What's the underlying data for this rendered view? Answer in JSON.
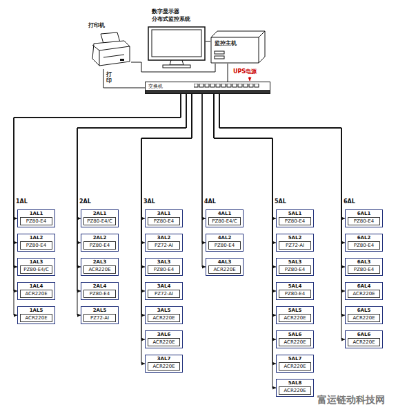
{
  "diagram": {
    "nodes": [
      {
        "text": [
          "打印机"
        ]
      },
      {
        "text": [
          "数字显示器",
          "分布式监控系统"
        ]
      },
      {
        "text": [
          "监控主机"
        ]
      },
      {
        "text": [
          "交换机"
        ]
      },
      {
        "text": [
          "1AL1",
          "PZ80-E4"
        ]
      },
      {
        "text": [
          "1AL2",
          "PZ80-E4"
        ]
      },
      {
        "text": [
          "1AL3",
          "PZ80-E4/C"
        ]
      },
      {
        "text": [
          "1AL4",
          "ACR220E"
        ]
      },
      {
        "text": [
          "1AL5",
          "ACR220E"
        ]
      },
      {
        "text": [
          "2AL1",
          "PZ80-E4/C"
        ]
      },
      {
        "text": [
          "2AL2",
          "PZ80-E4"
        ]
      },
      {
        "text": [
          "2AL3",
          "ACR220E"
        ]
      },
      {
        "text": [
          "2AL4",
          "PZ80-E4"
        ]
      },
      {
        "text": [
          "2AL5",
          "PZ72-AI"
        ]
      },
      {
        "text": [
          "3AL1",
          "PZ80-E4"
        ]
      },
      {
        "text": [
          "3AL2",
          "PZ72-AI"
        ]
      },
      {
        "text": [
          "3AL3",
          "PZ80-E4"
        ]
      },
      {
        "text": [
          "3AL4",
          "PZ72-AI"
        ]
      },
      {
        "text": [
          "3AL5",
          "ACR220E"
        ]
      },
      {
        "text": [
          "3AL6",
          "ACR220E"
        ]
      },
      {
        "text": [
          "3AL7",
          "ACR220E"
        ]
      },
      {
        "text": [
          "4AL1",
          "PZ80-E4/C"
        ]
      },
      {
        "text": [
          "4AL2",
          "PZ80-E4"
        ]
      },
      {
        "text": [
          "4AL3",
          "ACR220E"
        ]
      },
      {
        "text": [
          "5AL1",
          "PZ80-E4"
        ]
      },
      {
        "text": [
          "5AL2",
          "PZ72-AI"
        ]
      },
      {
        "text": [
          "5AL3",
          "PZ80-E4"
        ]
      },
      {
        "text": [
          "5AL4",
          "PZ80-E4"
        ]
      },
      {
        "text": [
          "5AL5",
          "ACR220E"
        ]
      },
      {
        "text": [
          "5AL6",
          "ACR220E"
        ]
      },
      {
        "text": [
          "5AL7",
          "ACR220E"
        ]
      },
      {
        "text": [
          "5AL8",
          "ACR220E"
        ]
      },
      {
        "text": [
          "6AL1",
          "PZ80-E4"
        ]
      },
      {
        "text": [
          "6AL2",
          "PZ80-E4"
        ]
      },
      {
        "text": [
          "6AL3",
          "PZ80-E4"
        ]
      },
      {
        "text": [
          "6AL4",
          "ACR220E"
        ]
      },
      {
        "text": [
          "6AL5",
          "ACR220E"
        ]
      },
      {
        "text": [
          "6AL6",
          "ACR220E"
        ]
      }
    ],
    "edges": [
      {
        "from": 0,
        "to": 2,
        "arrow": "none"
      },
      {
        "from": 1,
        "to": 2,
        "arrow": "none"
      },
      {
        "from": 2,
        "to": 3,
        "arrow": "none"
      },
      {
        "from": 0,
        "to": 3,
        "arrow": "none"
      },
      {
        "from": 3,
        "to": 4,
        "arrow": "to"
      },
      {
        "from": 3,
        "to": 5,
        "arrow": "to"
      },
      {
        "from": 3,
        "to": 6,
        "arrow": "to"
      },
      {
        "from": 3,
        "to": 7,
        "arrow": "to"
      },
      {
        "from": 3,
        "to": 8,
        "arrow": "to"
      },
      {
        "from": 3,
        "to": 9,
        "arrow": "to"
      },
      {
        "from": 3,
        "to": 10,
        "arrow": "to"
      },
      {
        "from": 3,
        "to": 11,
        "arrow": "to"
      },
      {
        "from": 3,
        "to": 12,
        "arrow": "to"
      },
      {
        "from": 3,
        "to": 13,
        "arrow": "to"
      },
      {
        "from": 3,
        "to": 14,
        "arrow": "to"
      },
      {
        "from": 3,
        "to": 15,
        "arrow": "to"
      },
      {
        "from": 3,
        "to": 16,
        "arrow": "to"
      },
      {
        "from": 3,
        "to": 17,
        "arrow": "to"
      },
      {
        "from": 3,
        "to": 18,
        "arrow": "to"
      },
      {
        "from": 3,
        "to": 19,
        "arrow": "to"
      },
      {
        "from": 3,
        "to": 20,
        "arrow": "to"
      },
      {
        "from": 3,
        "to": 21,
        "arrow": "to"
      },
      {
        "from": 3,
        "to": 22,
        "arrow": "to"
      },
      {
        "from": 3,
        "to": 23,
        "arrow": "to"
      },
      {
        "from": 3,
        "to": 24,
        "arrow": "to"
      },
      {
        "from": 3,
        "to": 25,
        "arrow": "to"
      },
      {
        "from": 3,
        "to": 26,
        "arrow": "to"
      },
      {
        "from": 3,
        "to": 27,
        "arrow": "to"
      },
      {
        "from": 3,
        "to": 28,
        "arrow": "to"
      },
      {
        "from": 3,
        "to": 29,
        "arrow": "to"
      },
      {
        "from": 3,
        "to": 30,
        "arrow": "to"
      },
      {
        "from": 3,
        "to": 31,
        "arrow": "to"
      },
      {
        "from": 3,
        "to": 32,
        "arrow": "to"
      },
      {
        "from": 3,
        "to": 33,
        "arrow": "to"
      },
      {
        "from": 3,
        "to": 34,
        "arrow": "to"
      },
      {
        "from": 3,
        "to": 35,
        "arrow": "to"
      },
      {
        "from": 3,
        "to": 36,
        "arrow": "to"
      },
      {
        "from": 3,
        "to": 37,
        "arrow": "to"
      }
    ],
    "labels": [
      "打印",
      "UPS电源",
      "1AL",
      "2AL",
      "3AL",
      "4AL",
      "5AL",
      "6AL",
      "富运链动科技网"
    ]
  }
}
